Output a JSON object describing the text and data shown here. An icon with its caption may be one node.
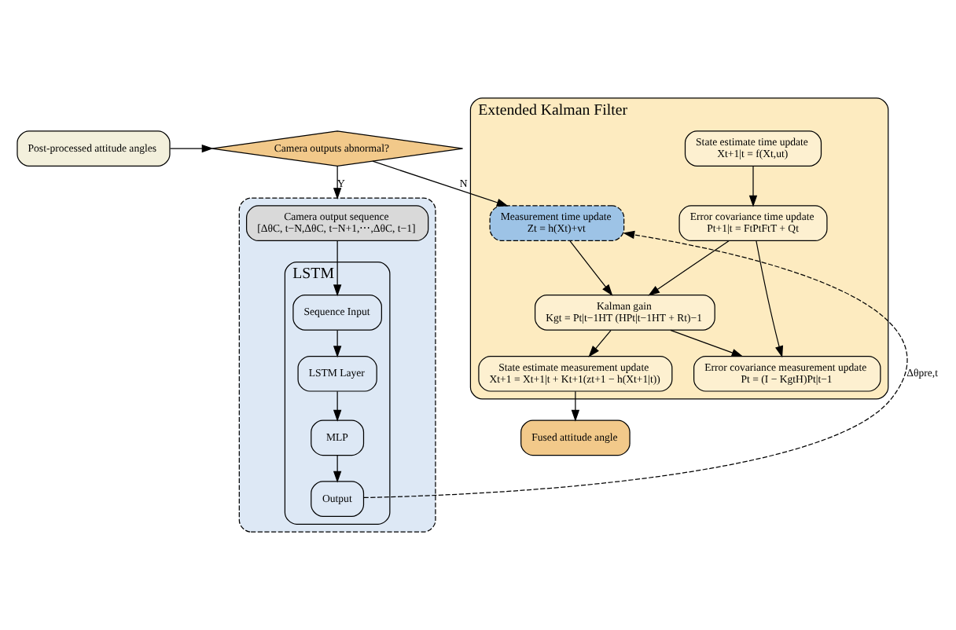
{
  "diagram": {
    "nodes": [
      {
        "text": [
          "Post-processed attitude angles"
        ]
      },
      {
        "text": [
          "Camera outputs abnormal?"
        ]
      },
      {
        "text": [
          "Extended Kalman Filter"
        ]
      },
      {
        "text": [
          "State estimate time update",
          "Xt+1|t = f(Xt,ut)"
        ],
        "in": 2
      },
      {
        "text": [
          "Measurement time update",
          "Zt = h(Xt)+vt"
        ],
        "in": 2
      },
      {
        "text": [
          "Error covariance time update",
          "Pt+1|t = FtPtFtT + Qt"
        ],
        "in": 2
      },
      {
        "text": [
          "Kalman gain",
          "Kgt = Pt|t−1HT (HPt|t−1HT + Rt)−1"
        ],
        "in": 2
      },
      {
        "text": [
          "Error covariance measurement update",
          "Pt = (I − KgtH)Pt|t−1"
        ],
        "in": 2
      },
      {
        "text": [
          "State estimate measurement update",
          "Xt+1 = Xt+1|t + Kt+1(zt+1 − h(Xt+1|t))"
        ],
        "in": 2
      },
      {
        "text": [],
        "shape": "box"
      },
      {
        "text": [
          "Camera output sequence",
          "[ΔθC, t−N,ΔθC, t−N+1,⋯,ΔθC, t−1]"
        ],
        "in": 9
      },
      {
        "text": [
          "LSTM"
        ],
        "in": 9
      },
      {
        "text": [
          "Sequence Input"
        ],
        "in": 11
      },
      {
        "text": [
          "LSTM Layer"
        ],
        "in": 11
      },
      {
        "text": [
          "MLP"
        ],
        "in": 11
      },
      {
        "text": [
          "Output"
        ],
        "in": 11
      },
      {
        "text": [
          "Fused attitude angle"
        ]
      }
    ],
    "edges": [
      {
        "from": 0,
        "to": 1,
        "arrow": "to"
      },
      {
        "from": 1,
        "to": 9,
        "arrow": "to",
        "label": "Y"
      },
      {
        "from": 1,
        "to": 4,
        "arrow": "to",
        "label": "N"
      },
      {
        "from": 10,
        "to": 12,
        "arrow": "to"
      },
      {
        "from": 12,
        "to": 13,
        "arrow": "to"
      },
      {
        "from": 13,
        "to": 14,
        "arrow": "to"
      },
      {
        "from": 14,
        "to": 15,
        "arrow": "to"
      },
      {
        "from": 15,
        "to": 4,
        "arrow": "to",
        "style": "dashed",
        "label": "Δθpre,t"
      },
      {
        "from": 3,
        "to": 5,
        "arrow": "to"
      },
      {
        "from": 4,
        "to": 6,
        "arrow": "to"
      },
      {
        "from": 5,
        "to": 6,
        "arrow": "to"
      },
      {
        "from": 5,
        "to": 7,
        "arrow": "to"
      },
      {
        "from": 6,
        "to": 7,
        "arrow": "to"
      },
      {
        "from": 6,
        "to": 8,
        "arrow": "to"
      },
      {
        "from": 8,
        "to": 16,
        "arrow": "to"
      }
    ]
  }
}
